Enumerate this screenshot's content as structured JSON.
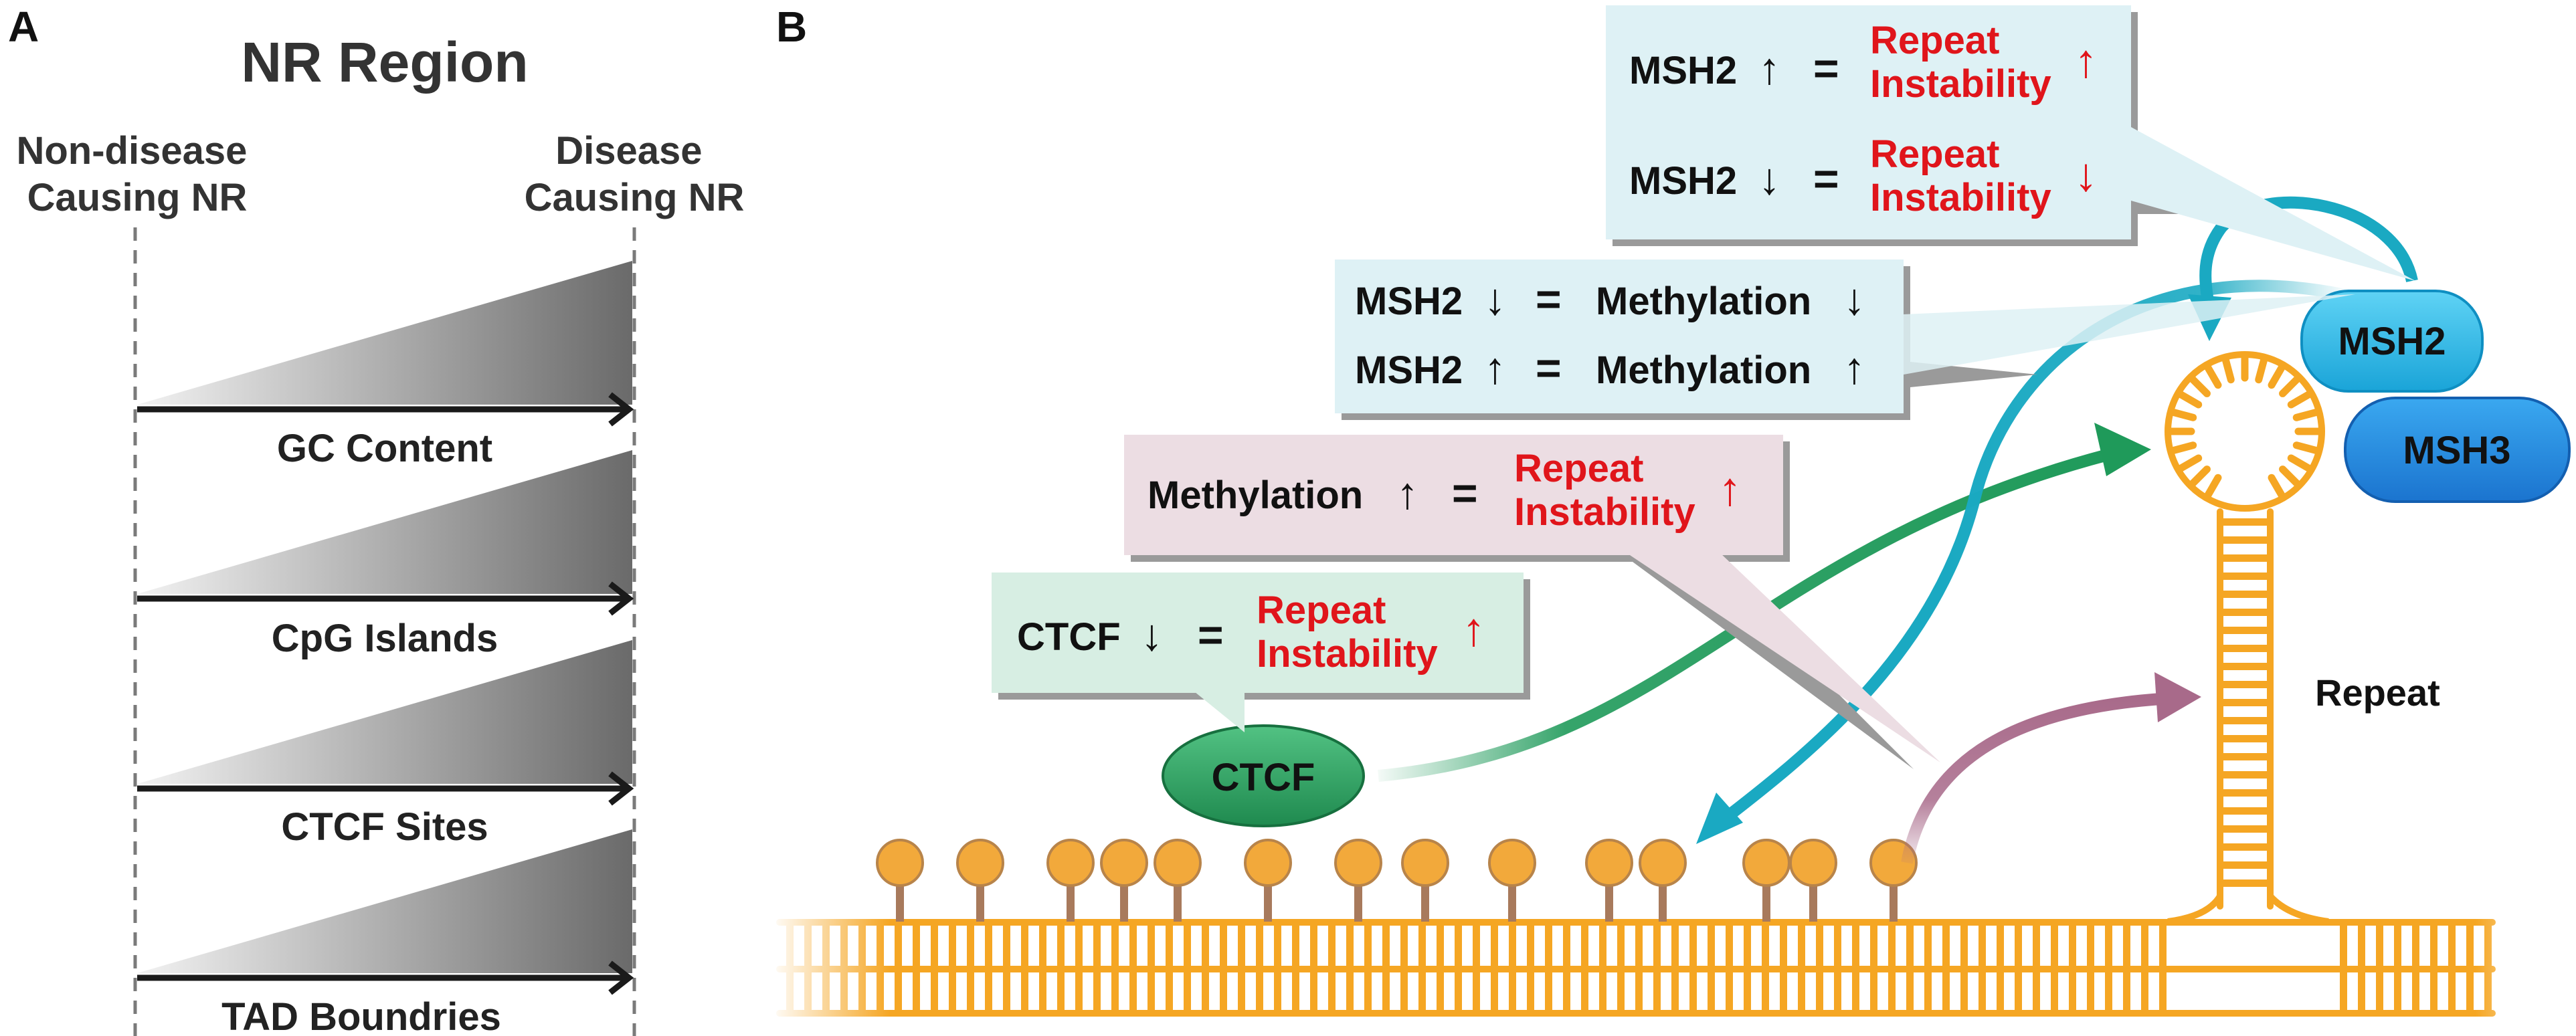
{
  "panel_a": {
    "label": "A",
    "title": "NR Region",
    "left_header": [
      "Non-disease",
      "Causing NR"
    ],
    "right_header": [
      "Disease",
      "Causing NR"
    ],
    "features": [
      "GC Content",
      "CpG Islands",
      "CTCF Sites",
      "TAD Boundries"
    ]
  },
  "panel_b": {
    "label": "B",
    "box_msh2_repeat": {
      "row1": {
        "left": "MSH2",
        "up_arrow": "↑",
        "equals": "=",
        "right_line1": "Repeat",
        "right_line2": "Instability",
        "result_arrow": "↑"
      },
      "row2": {
        "left": "MSH2",
        "down_arrow": "↓",
        "equals": "=",
        "right_line1": "Repeat",
        "right_line2": "Instability",
        "result_arrow": "↓"
      }
    },
    "box_msh2_methylation": {
      "row1": {
        "left": "MSH2",
        "arrow": "↓",
        "equals": "=",
        "right": "Methylation",
        "right_arrow": "↓"
      },
      "row2": {
        "left": "MSH2",
        "arrow": "↑",
        "equals": "=",
        "right": "Methylation",
        "right_arrow": "↑"
      }
    },
    "box_methylation": {
      "left": "Methylation",
      "arrow": "↑",
      "equals": "=",
      "right_line1": "Repeat",
      "right_line2": "Instability",
      "result_arrow": "↑"
    },
    "box_ctcf": {
      "left": "CTCF",
      "arrow": "↓",
      "equals": "=",
      "right_line1": "Repeat",
      "right_line2": "Instability",
      "result_arrow": "↑"
    },
    "ctcf_label": "CTCF",
    "msh2_label": "MSH2",
    "msh3_label": "MSH3",
    "repeat_label": "Repeat"
  },
  "colors": {
    "dna": "#f5a623",
    "dna_dark": "#e8951a",
    "methyl_ball": "#f2a93b",
    "methyl_stem": "#a87a5c",
    "ctcf_green": "#2e9a5d",
    "msh2_blue": "#29b6e6",
    "msh3_blue": "#1e8fe0",
    "teal_arrow": "#1aa9c2",
    "green_arrow": "#1f9a5a",
    "mauve_arrow": "#a86a8a",
    "box_blue": "#def1f5",
    "box_pink": "#ecdde3",
    "box_green": "#d7eee3",
    "red_text": "#e0151b"
  }
}
